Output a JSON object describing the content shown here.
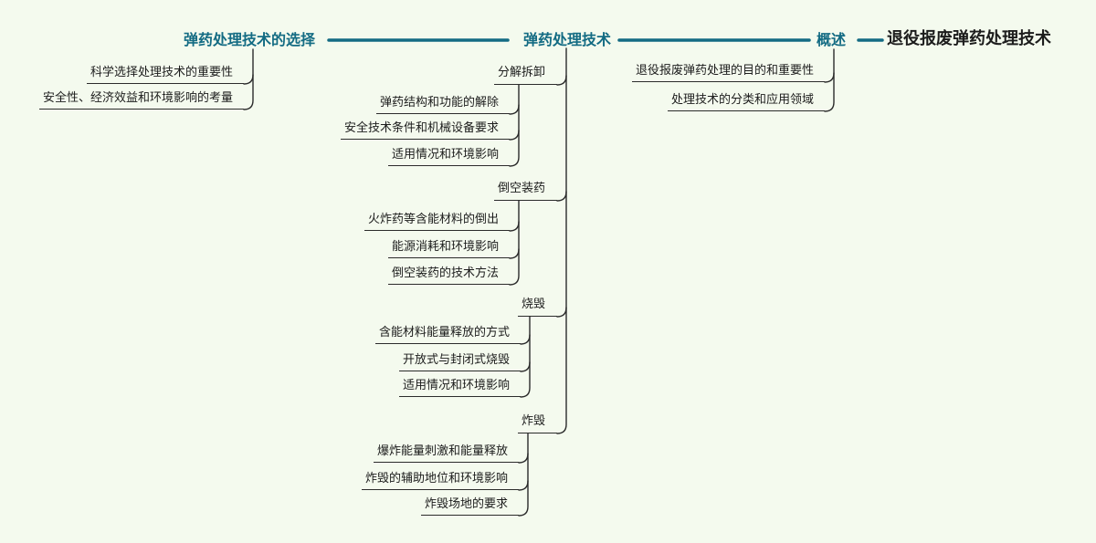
{
  "palette": {
    "background": "#f4faee",
    "accent_teal": "#136b83",
    "line": "#2b2b2b",
    "text": "#1c1c1c"
  },
  "mindmap": {
    "root": {
      "label": "退役报废弹药处理技术"
    },
    "branches": [
      {
        "label": "概述",
        "children": [
          {
            "label": "退役报废弹药处理的目的和重要性"
          },
          {
            "label": "处理技术的分类和应用领域"
          }
        ]
      },
      {
        "label": "弹药处理技术",
        "children": [
          {
            "label": "分解拆卸",
            "children": [
              {
                "label": "弹药结构和功能的解除"
              },
              {
                "label": "安全技术条件和机械设备要求"
              },
              {
                "label": "适用情况和环境影响"
              }
            ]
          },
          {
            "label": "倒空装药",
            "children": [
              {
                "label": "火炸药等含能材料的倒出"
              },
              {
                "label": "能源消耗和环境影响"
              },
              {
                "label": "倒空装药的技术方法"
              }
            ]
          },
          {
            "label": "烧毁",
            "children": [
              {
                "label": "含能材料能量释放的方式"
              },
              {
                "label": "开放式与封闭式烧毁"
              },
              {
                "label": "适用情况和环境影响"
              }
            ]
          },
          {
            "label": "炸毁",
            "children": [
              {
                "label": "爆炸能量刺激和能量释放"
              },
              {
                "label": "炸毁的辅助地位和环境影响"
              },
              {
                "label": "炸毁场地的要求"
              }
            ]
          }
        ]
      },
      {
        "label": "弹药处理技术的选择",
        "children": [
          {
            "label": "科学选择处理技术的重要性"
          },
          {
            "label": "安全性、经济效益和环境影响的考量"
          }
        ]
      }
    ]
  }
}
